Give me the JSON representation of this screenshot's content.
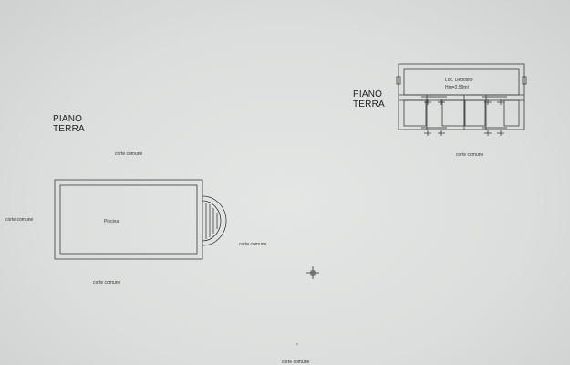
{
  "plan_left": {
    "heading_line1": "PIANO",
    "heading_line2": "TERRA",
    "pool_label": "Piscina",
    "corte_top": "corte comune",
    "corte_left": "corte comune",
    "corte_right": "corte comune",
    "corte_bottom": "corte comune"
  },
  "plan_right": {
    "heading_line1": "PIANO",
    "heading_line2": "TERRA",
    "room_label": "Loc. Deposito",
    "room_height": "Hm=2,59ml",
    "corte_below": "corte comune"
  },
  "footer": {
    "corte_bottom": "corte comune"
  },
  "cursor": "crosshair-icon"
}
